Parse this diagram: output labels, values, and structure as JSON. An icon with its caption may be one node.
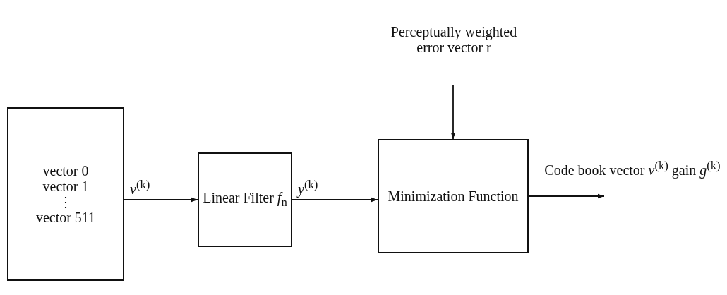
{
  "diagram": {
    "nodes": [
      {
        "text": [
          "vector 0",
          "vector 1",
          "⋮",
          "vector 511"
        ]
      },
      {
        "text": [
          "Linear Filter *f*$_{n}$"
        ]
      },
      {
        "text": [
          "Minimization Function"
        ]
      },
      {
        "text": [
          "Perceptually weighted error vector r"
        ]
      }
    ],
    "edges": [
      {
        "from": 0,
        "to": 1,
        "arrow": "to",
        "label": "*v*$^{(k)}$"
      },
      {
        "from": 1,
        "to": 2,
        "arrow": "to",
        "label": "*y*$^{(k)}$"
      },
      {
        "from": 3,
        "to": 2,
        "arrow": "to"
      },
      {
        "from": 2,
        "to": null,
        "arrow": "to",
        "label": "Code book vector *v*$^{(k)}$ gain *g*$^{(k)}$"
      }
    ]
  }
}
